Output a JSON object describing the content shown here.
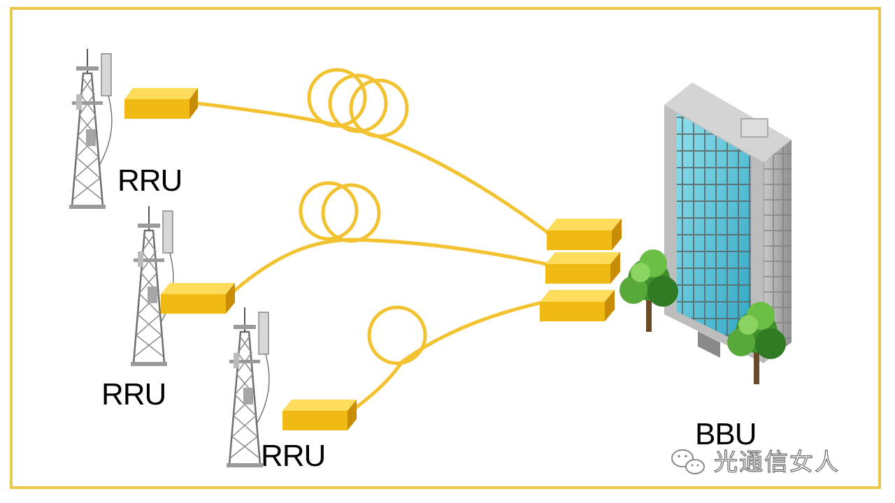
{
  "diagram": {
    "rru_labels": [
      "RRU",
      "RRU",
      "RRU"
    ],
    "bbu_label": "BBU",
    "watermark_text": "光通信女人"
  },
  "colors": {
    "fiber": "#f2c230",
    "module_top": "#fddc5c",
    "module_front": "#f0b913",
    "module_side": "#c98c07",
    "frame": "#e9c74a"
  }
}
